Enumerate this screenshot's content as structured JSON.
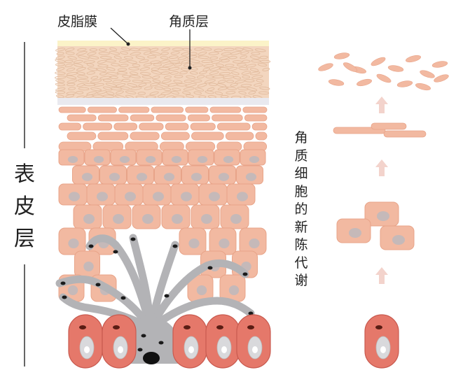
{
  "labels": {
    "sebum": "皮脂膜",
    "stratum_corneum": "角质层",
    "epidermis": [
      "表",
      "皮",
      "层"
    ],
    "turnover": [
      "角",
      "质",
      "细",
      "胞",
      "的",
      "新",
      "陈",
      "代",
      "谢"
    ]
  },
  "colors": {
    "cell_fill": "#f2b9a1",
    "cell_stroke": "#e8a489",
    "nucleus": "#b9b9bf",
    "basal_fill": "#e5786a",
    "basal_stroke": "#c85a4f",
    "melanocyte": "#b3b3b6",
    "sebum_band": "#fbf3c8",
    "arrow": "#f3d3cc"
  }
}
